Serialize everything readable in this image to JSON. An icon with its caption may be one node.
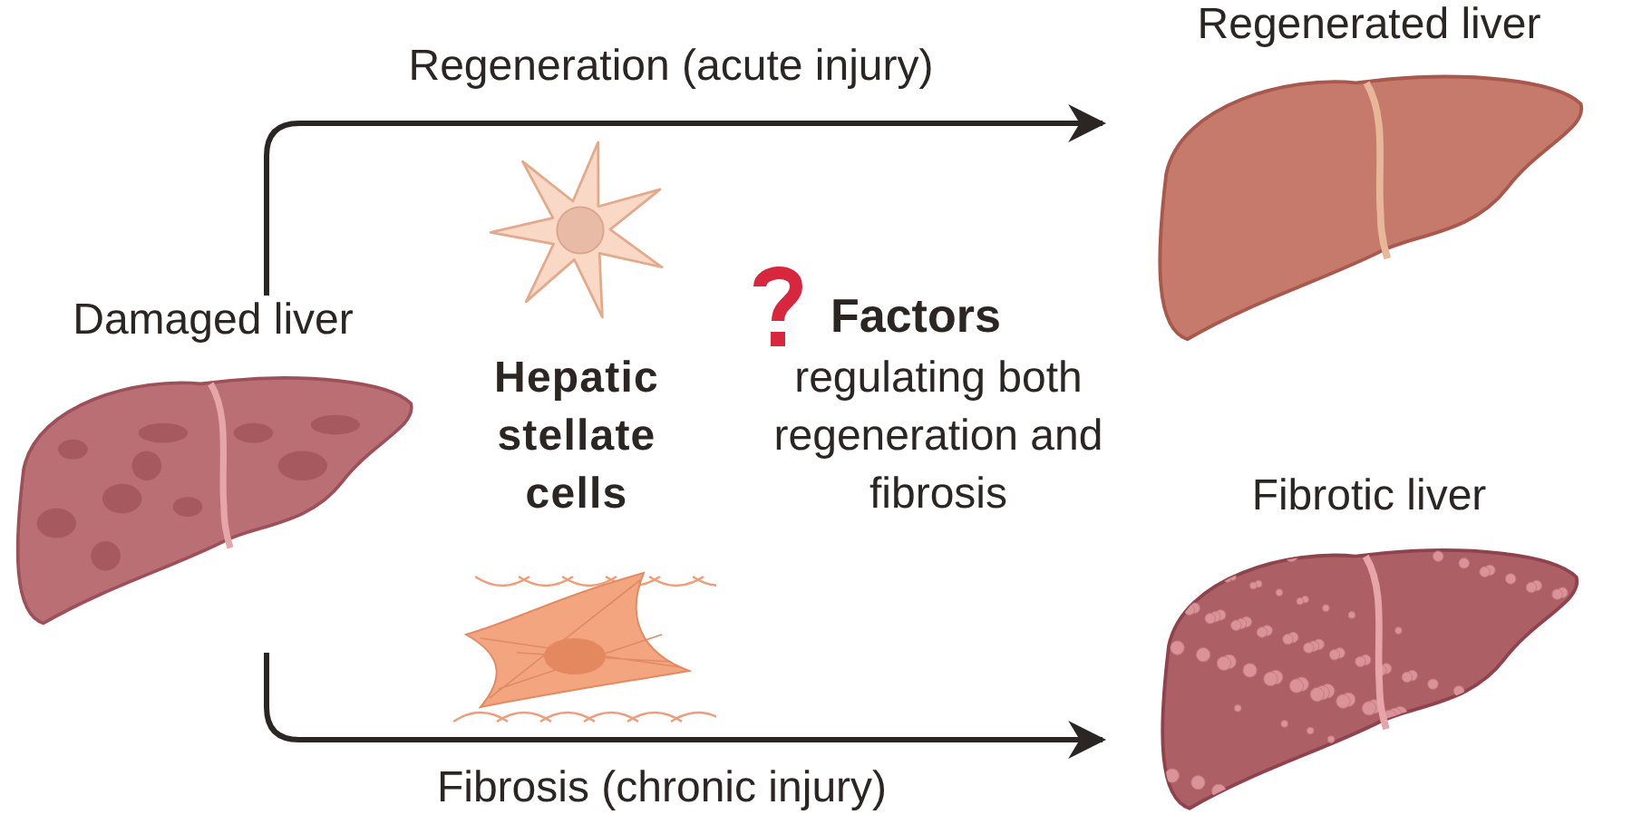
{
  "diagram": {
    "nodes": [
      {
        "text": [
          "Damaged liver"
        ]
      },
      {
        "text": [
          "Regenerated liver"
        ]
      },
      {
        "text": [
          "Fibrotic liver"
        ]
      }
    ],
    "edges": [
      {
        "from": 0,
        "to": 1,
        "arrow": "to",
        "label": "Regeneration (acute injury)"
      },
      {
        "from": 0,
        "to": 2,
        "arrow": "to",
        "label": "Fibrosis (chronic injury)"
      }
    ],
    "labels": [
      "Hepatic stellate cells",
      "Factors",
      "regulating both regeneration and fibrosis"
    ]
  }
}
